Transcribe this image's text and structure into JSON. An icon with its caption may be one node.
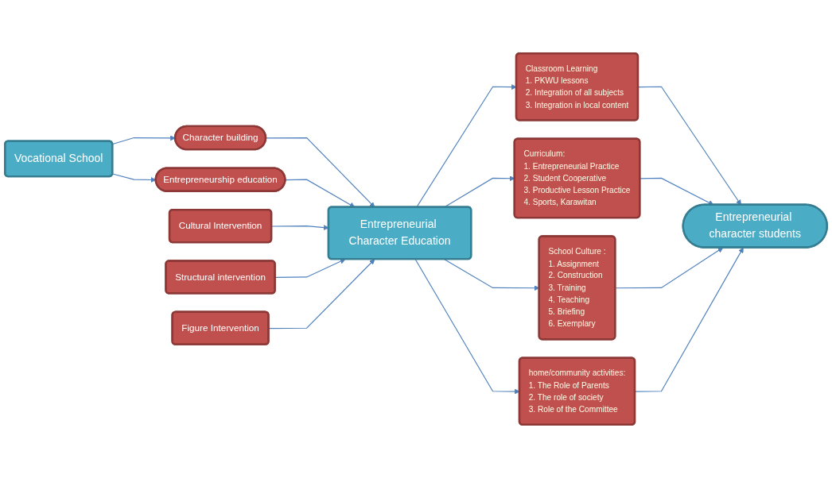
{
  "diagram": {
    "nodes": [
      {
        "text": [
          "Vocational School"
        ]
      },
      {
        "text": [
          "Character building"
        ]
      },
      {
        "text": [
          "Entrepreneurship education"
        ]
      },
      {
        "text": [
          "Cultural Intervention"
        ]
      },
      {
        "text": [
          "Entrepreneurial Character Education"
        ]
      },
      {
        "text": [
          "Structural intervention"
        ]
      },
      {
        "text": [
          "Figure Intervention"
        ]
      },
      {
        "text": [
          "Classroom Learning",
          "1. PKWU lessons",
          "2. Integration of all subjects",
          "3. Integration in local content"
        ]
      },
      {
        "text": [
          "Curriculum:",
          "1. Entrepreneurial Practice",
          "2. Student Cooperative",
          "3. Productive Lesson Practice",
          "4. Sports, Karawitan"
        ]
      },
      {
        "text": [
          "School Culture :",
          "1. Assignment",
          "2. Construction",
          "3. Training",
          "4. Teaching",
          "5. Briefing",
          "6. Exemplary"
        ]
      },
      {
        "text": [
          "home/community activities:",
          "1. The Role of Parents",
          "2. The role of society",
          "3. Role of the Committee"
        ]
      },
      {
        "text": [
          "Entrepreneurial character students"
        ]
      }
    ],
    "edges": [
      {
        "from": 0,
        "to": 1,
        "arrow": "to"
      },
      {
        "from": 0,
        "to": 2,
        "arrow": "to"
      },
      {
        "from": 1,
        "to": 4,
        "arrow": "to"
      },
      {
        "from": 2,
        "to": 4,
        "arrow": "to"
      },
      {
        "from": 3,
        "to": 4,
        "arrow": "to"
      },
      {
        "from": 5,
        "to": 4,
        "arrow": "to"
      },
      {
        "from": 6,
        "to": 4,
        "arrow": "to"
      },
      {
        "from": 4,
        "to": 7,
        "arrow": "to"
      },
      {
        "from": 4,
        "to": 8,
        "arrow": "to"
      },
      {
        "from": 4,
        "to": 9,
        "arrow": "to"
      },
      {
        "from": 4,
        "to": 10,
        "arrow": "to"
      },
      {
        "from": 7,
        "to": 11,
        "arrow": "to"
      },
      {
        "from": 8,
        "to": 11,
        "arrow": "to"
      },
      {
        "from": 9,
        "to": 11,
        "arrow": "to"
      },
      {
        "from": 10,
        "to": 11,
        "arrow": "to"
      }
    ]
  }
}
